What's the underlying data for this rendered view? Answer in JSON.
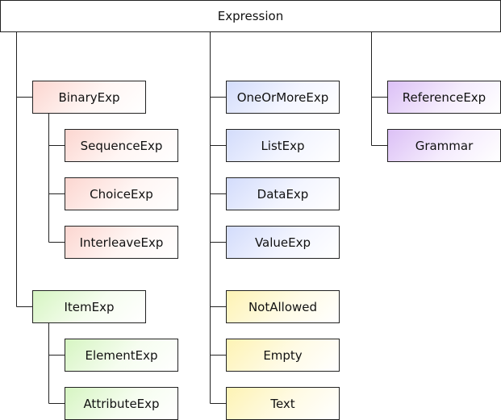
{
  "diagram": {
    "root": "Expression",
    "binary": {
      "label": "BinaryExp",
      "children": [
        "SequenceExp",
        "ChoiceExp",
        "InterleaveExp"
      ]
    },
    "item": {
      "label": "ItemExp",
      "children": [
        "ElementExp",
        "AttributeExp"
      ]
    },
    "middle": [
      "OneOrMoreExp",
      "ListExp",
      "DataExp",
      "ValueExp",
      "NotAllowed",
      "Empty",
      "Text"
    ],
    "right": [
      "ReferenceExp",
      "Grammar"
    ]
  },
  "colors": {
    "line": "#222222",
    "binary_family": "#fcd6d0",
    "item_family": "#d6f5c2",
    "data_family": "#d3dcfb",
    "constant_family": "#fdf3b4",
    "reference_family": "#dcc0f6"
  }
}
